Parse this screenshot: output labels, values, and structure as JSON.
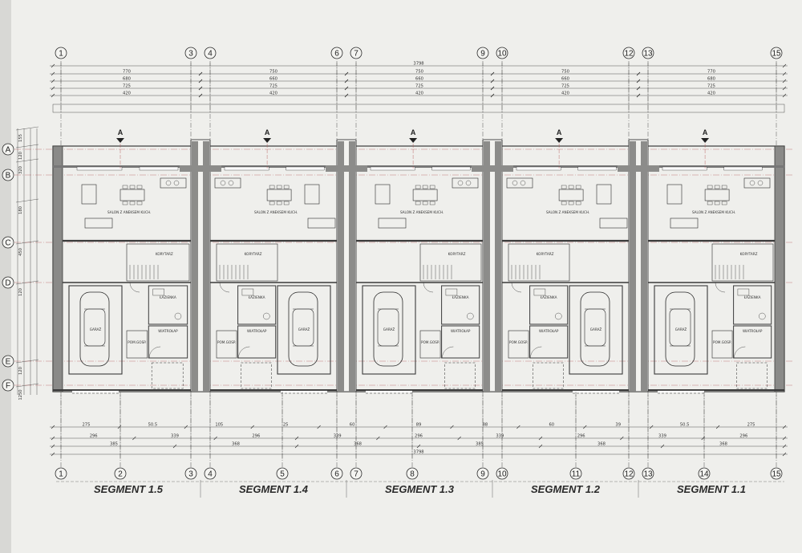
{
  "segments": [
    "SEGMENT 1.5",
    "SEGMENT 1.4",
    "SEGMENT 1.3",
    "SEGMENT 1.2",
    "SEGMENT 1.1"
  ],
  "axes_vertical": [
    "1",
    "3",
    "4",
    "6",
    "7",
    "9",
    "10",
    "12",
    "13",
    "15"
  ],
  "axes_vertical_bottom": [
    "1",
    "2",
    "3",
    "4",
    "5",
    "6",
    "7",
    "8",
    "9",
    "10",
    "11",
    "12",
    "13",
    "14",
    "15"
  ],
  "axes_horizontal": [
    "A",
    "B",
    "C",
    "D",
    "E",
    "F"
  ],
  "section_marker": "A",
  "rooms": {
    "living": "SALON Z ANEKSEM KUCH.",
    "garage": "GARAŻ",
    "bathroom": "ŁAZIENKA",
    "corridor": "KORYTARZ",
    "hall": "WIATROŁAP",
    "storage": "POM.GOSP."
  },
  "dims_top": {
    "overall": "3798",
    "row1": [
      "770",
      "750",
      "750",
      "750",
      "770"
    ],
    "row2": [
      "680",
      "660",
      "660",
      "660",
      "680"
    ],
    "row3": [
      "725",
      "725",
      "725",
      "725",
      "725"
    ],
    "row4": [
      "420",
      "420",
      "420",
      "420",
      "420"
    ]
  },
  "dims_bottom": {
    "row1": [
      "275",
      "50.5",
      "105",
      "25",
      "60",
      "89",
      "88",
      "60",
      "39",
      "50.5",
      "275"
    ],
    "row2": [
      "296",
      "339",
      "296",
      "339",
      "296",
      "339",
      "296",
      "339",
      "296"
    ],
    "row3": [
      "385",
      "368",
      "368",
      "385",
      "368",
      "368"
    ],
    "overall": "3798"
  },
  "dims_left": [
    "155",
    "120",
    "320",
    "180",
    "450",
    "120",
    "120",
    "1250"
  ],
  "colors": {
    "paper": "#efefec",
    "wall": "#3a3a3a",
    "line": "#2b2b2b",
    "axis": "#b04a4a"
  }
}
